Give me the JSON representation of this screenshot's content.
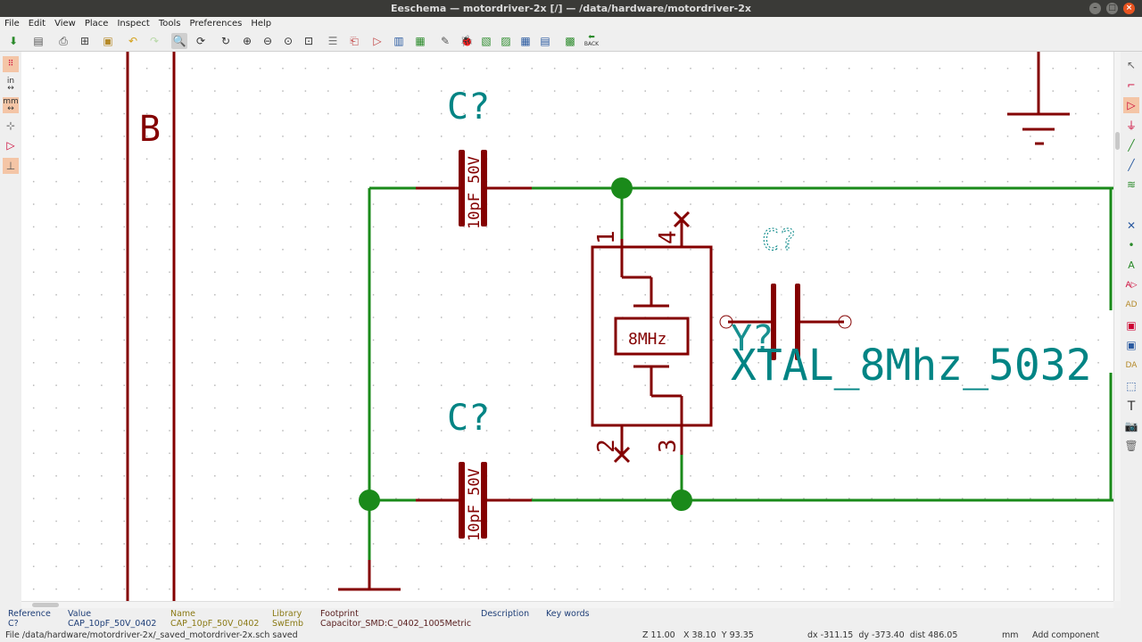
{
  "window": {
    "title": "Eeschema — motordriver-2x [/] — /data/hardware/motordriver-2x"
  },
  "menu": [
    "File",
    "Edit",
    "View",
    "Place",
    "Inspect",
    "Tools",
    "Preferences",
    "Help"
  ],
  "toolbar": {
    "back_label": "BACK"
  },
  "leftbar": {
    "units_in": "in",
    "units_mm": "mm"
  },
  "schematic": {
    "sheet_label": "B",
    "cap_top": {
      "ref": "C?",
      "value": "10pF 50V"
    },
    "cap_bottom": {
      "ref": "C?",
      "value": "10pF 50V"
    },
    "crystal": {
      "value": "8MHz",
      "pin1": "1",
      "pin2": "2",
      "pin3": "3",
      "pin4": "4"
    },
    "moving": {
      "ref_cap": "C?",
      "ref_xtal": "Y?",
      "value": "XTAL_8Mhz_5032"
    }
  },
  "info": {
    "reference": {
      "label": "Reference",
      "value": "C?"
    },
    "value": {
      "label": "Value",
      "value": "CAP_10pF_50V_0402"
    },
    "name": {
      "label": "Name",
      "value": "CAP_10pF_50V_0402"
    },
    "library": {
      "label": "Library",
      "value": "SwEmb"
    },
    "footprint": {
      "label": "Footprint",
      "value": "Capacitor_SMD:C_0402_1005Metric"
    },
    "description": {
      "label": "Description",
      "value": ""
    },
    "keywords": {
      "label": "Key words",
      "value": ""
    }
  },
  "status": {
    "file_msg": "File /data/hardware/motordriver-2x/_saved_motordriver-2x.sch saved",
    "zoom": "Z 11.00",
    "coords": "X 38.10  Y 93.35",
    "delta": "dx -311.15  dy -373.40  dist 486.05",
    "units": "mm",
    "mode": "Add component"
  },
  "colors": {
    "wire": "#1a8a1a",
    "component": "#840000",
    "text": "#008484",
    "junction": "#1a8a1a"
  }
}
